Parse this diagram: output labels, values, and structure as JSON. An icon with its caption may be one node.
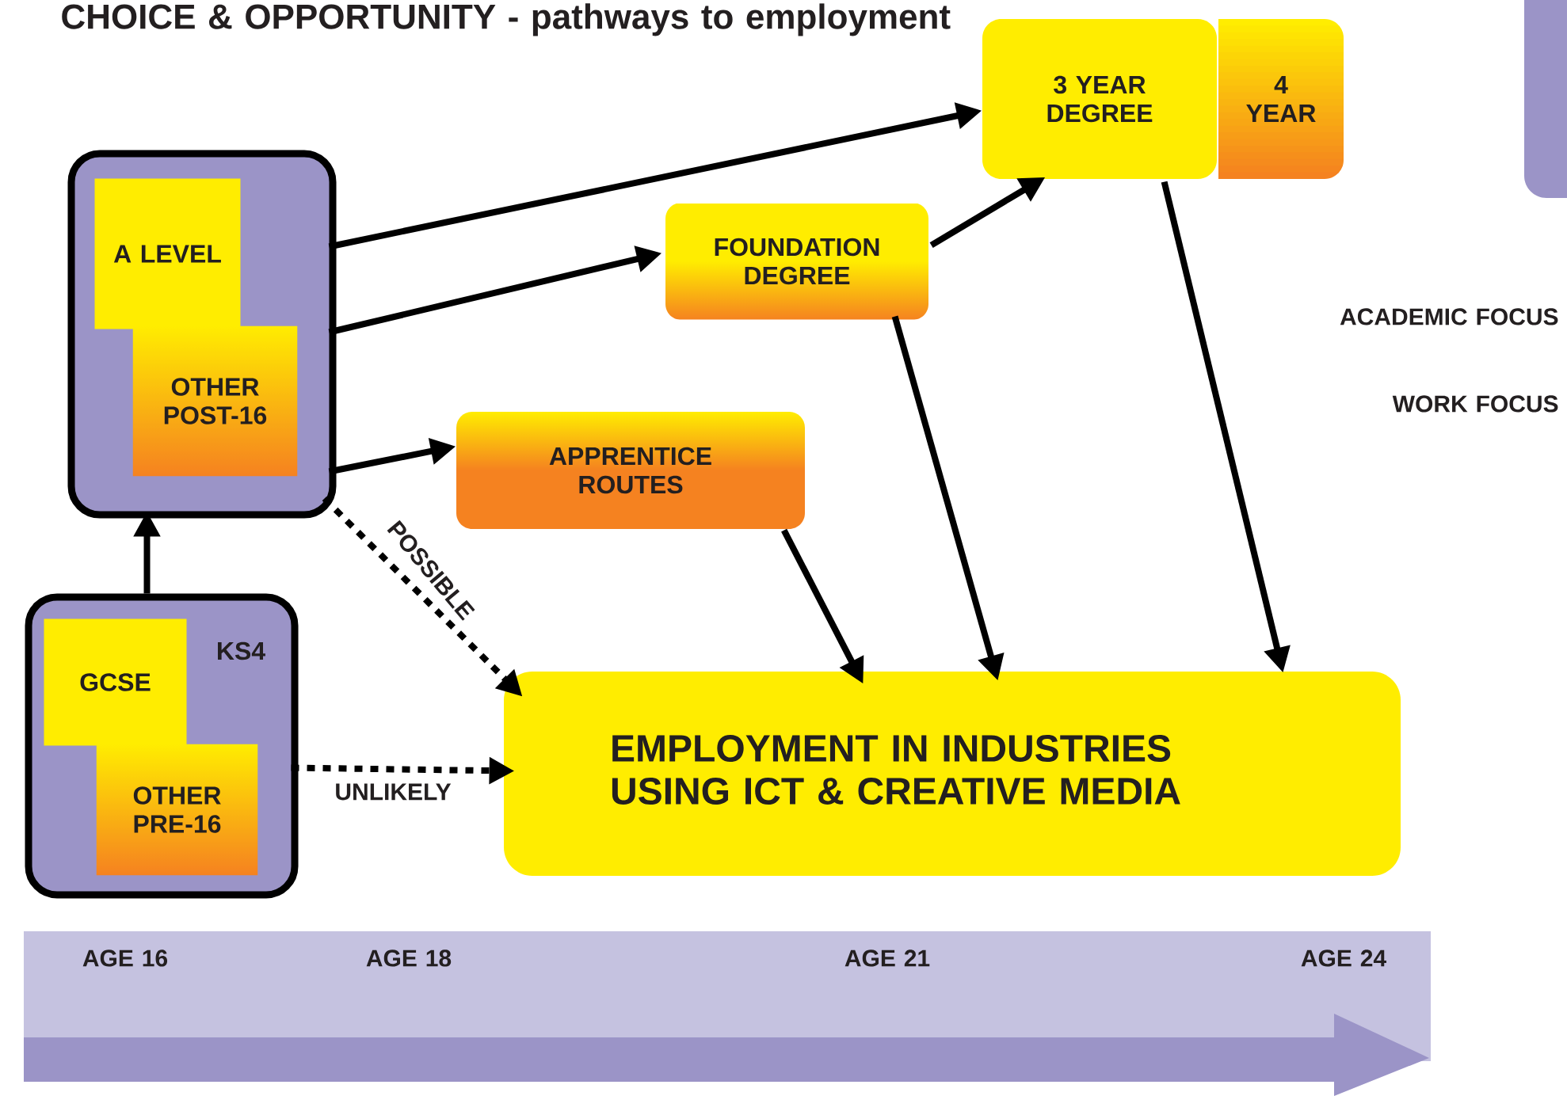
{
  "diagram": {
    "title": "CHOICE & OPPORTUNITY - pathways to employment",
    "nodes": [
      {
        "text": [],
        "shape": "box"
      },
      {
        "text": [
          "A LEVEL"
        ],
        "in": 0
      },
      {
        "text": [
          "OTHER POST-16"
        ],
        "in": 0
      },
      {
        "text": [
          "3 YEAR DEGREE"
        ]
      },
      {
        "text": [
          "4 YEAR"
        ]
      },
      {
        "text": [
          "FOUNDATION DEGREE"
        ]
      },
      {
        "text": [
          "APPRENTICE ROUTES"
        ]
      },
      {
        "text": [
          "KS4"
        ]
      },
      {
        "text": [
          "GCSE"
        ],
        "in": 7
      },
      {
        "text": [
          "OTHER PRE-16"
        ],
        "in": 7
      },
      {
        "text": [
          "EMPLOYMENT IN INDUSTRIES USING ICT & CREATIVE MEDIA"
        ]
      },
      {
        "text": [],
        "shape": "box"
      }
    ],
    "edges": [
      {
        "from": 0,
        "to": 3,
        "arrow": "to"
      },
      {
        "from": 0,
        "to": 5,
        "arrow": "to"
      },
      {
        "from": 0,
        "to": 6,
        "arrow": "to"
      },
      {
        "from": 5,
        "to": 3,
        "arrow": "to"
      },
      {
        "from": 3,
        "to": 10,
        "arrow": "to"
      },
      {
        "from": 5,
        "to": 10,
        "arrow": "to"
      },
      {
        "from": 6,
        "to": 10,
        "arrow": "to"
      },
      {
        "from": 7,
        "to": 0,
        "arrow": "to"
      },
      {
        "from": 0,
        "to": 10,
        "arrow": "to",
        "label": "POSSIBLE",
        "style": "dashed"
      },
      {
        "from": 7,
        "to": 10,
        "arrow": "to",
        "label": "UNLIKELY",
        "style": "dashed"
      }
    ],
    "labels": [
      "ACADEMIC FOCUS",
      "WORK FOCUS",
      "AGE 16",
      "AGE 18",
      "AGE 21",
      "AGE 24"
    ]
  }
}
